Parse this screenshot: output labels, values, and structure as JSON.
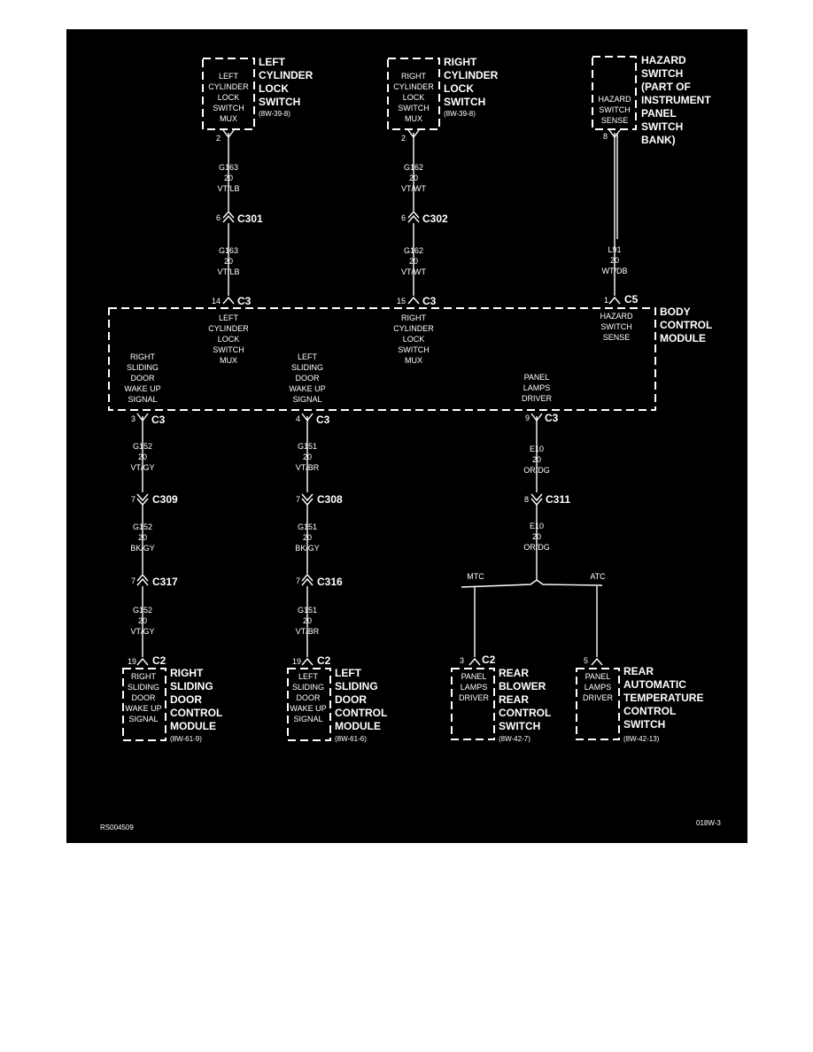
{
  "colors": {
    "background": "#000000",
    "frame": "#ffffff",
    "ink": "#ffffff"
  },
  "components": {
    "left_cylinder_lock_switch": {
      "inner": [
        "LEFT",
        "CYLINDER",
        "LOCK",
        "SWITCH",
        "MUX"
      ],
      "title": [
        "LEFT",
        "CYLINDER",
        "LOCK",
        "SWITCH"
      ],
      "ref": "(8W-39-8)",
      "pin": "2"
    },
    "right_cylinder_lock_switch": {
      "inner": [
        "RIGHT",
        "CYLINDER",
        "LOCK",
        "SWITCH",
        "MUX"
      ],
      "title": [
        "RIGHT",
        "CYLINDER",
        "LOCK",
        "SWITCH"
      ],
      "ref": "(8W-39-8)",
      "pin": "2"
    },
    "hazard_switch": {
      "inner": [
        "HAZARD",
        "SWITCH",
        "SENSE"
      ],
      "title": [
        "HAZARD",
        "SWITCH",
        "(PART OF",
        "INSTRUMENT",
        "PANEL",
        "SWITCH",
        "BANK)"
      ],
      "pin": "8"
    },
    "body_control_module": {
      "title": [
        "BODY",
        "CONTROL",
        "MODULE"
      ],
      "circuits": {
        "left_lock": [
          "LEFT",
          "CYLINDER",
          "LOCK",
          "SWITCH",
          "MUX"
        ],
        "right_lock": [
          "RIGHT",
          "CYLINDER",
          "LOCK",
          "SWITCH",
          "MUX"
        ],
        "hazard": [
          "HAZARD",
          "SWITCH",
          "SENSE"
        ],
        "right_door": [
          "RIGHT",
          "SLIDING",
          "DOOR",
          "WAKE UP",
          "SIGNAL"
        ],
        "left_door": [
          "LEFT",
          "SLIDING",
          "DOOR",
          "WAKE UP",
          "SIGNAL"
        ],
        "panel_lamps": [
          "PANEL",
          "LAMPS",
          "DRIVER"
        ]
      },
      "connectors": {
        "left_lock": {
          "pin": "14",
          "name": "C3"
        },
        "right_lock": {
          "pin": "15",
          "name": "C3"
        },
        "hazard": {
          "pin": "1",
          "name": "C5"
        },
        "right_door": {
          "pin": "3",
          "name": "C3"
        },
        "left_door": {
          "pin": "4",
          "name": "C3"
        },
        "panel_lamps": {
          "pin": "9",
          "name": "C3"
        }
      }
    },
    "right_sliding_door_module": {
      "inner": [
        "RIGHT",
        "SLIDING",
        "DOOR",
        "WAKE UP",
        "SIGNAL"
      ],
      "title": [
        "RIGHT",
        "SLIDING",
        "DOOR",
        "CONTROL",
        "MODULE"
      ],
      "ref": "(8W-61-9)",
      "pin": "19",
      "connector": "C2"
    },
    "left_sliding_door_module": {
      "inner": [
        "LEFT",
        "SLIDING",
        "DOOR",
        "WAKE UP",
        "SIGNAL"
      ],
      "title": [
        "LEFT",
        "SLIDING",
        "DOOR",
        "CONTROL",
        "MODULE"
      ],
      "ref": "(8W-61-6)",
      "pin": "19",
      "connector": "C2"
    },
    "rear_blower_switch": {
      "inner": [
        "PANEL",
        "LAMPS",
        "DRIVER"
      ],
      "title": [
        "REAR",
        "BLOWER",
        "REAR",
        "CONTROL",
        "SWITCH"
      ],
      "ref": "(8W-42-7)",
      "pin": "3",
      "connector": "C2"
    },
    "rear_atc_switch": {
      "inner": [
        "PANEL",
        "LAMPS",
        "DRIVER"
      ],
      "title": [
        "REAR",
        "AUTOMATIC",
        "TEMPERATURE",
        "CONTROL",
        "SWITCH"
      ],
      "ref": "(8W-42-13)",
      "pin": "5"
    }
  },
  "wires": {
    "g163_top": [
      "G163",
      "20",
      "VT/LB"
    ],
    "g163_bottom": [
      "G163",
      "20",
      "VT/LB"
    ],
    "g162_top": [
      "G162",
      "20",
      "VT/WT"
    ],
    "g162_bottom": [
      "G162",
      "20",
      "VT/WT"
    ],
    "l91": [
      "L91",
      "20",
      "WT/DB"
    ],
    "g152_a": [
      "G152",
      "20",
      "VT/GY"
    ],
    "g152_b": [
      "G152",
      "20",
      "BK/GY"
    ],
    "g152_c": [
      "G152",
      "20",
      "VT/GY"
    ],
    "g151_a": [
      "G151",
      "20",
      "VT/BR"
    ],
    "g151_b": [
      "G151",
      "20",
      "BK/GY"
    ],
    "g151_c": [
      "G151",
      "20",
      "VT/BR"
    ],
    "e10_a": [
      "E10",
      "20",
      "OR/DG"
    ],
    "e10_b": [
      "E10",
      "20",
      "OR/DG"
    ]
  },
  "inline_connectors": {
    "c301": {
      "pin": "6",
      "name": "C301"
    },
    "c302": {
      "pin": "6",
      "name": "C302"
    },
    "c309": {
      "pin": "7",
      "name": "C309"
    },
    "c308": {
      "pin": "7",
      "name": "C308"
    },
    "c311": {
      "pin": "8",
      "name": "C311"
    },
    "c317": {
      "pin": "7",
      "name": "C317"
    },
    "c316": {
      "pin": "7",
      "name": "C316"
    }
  },
  "splice_labels": {
    "mtc": "MTC",
    "atc": "ATC"
  },
  "footer": {
    "figure_id": "RS004509",
    "page_ref": "018W-3"
  }
}
